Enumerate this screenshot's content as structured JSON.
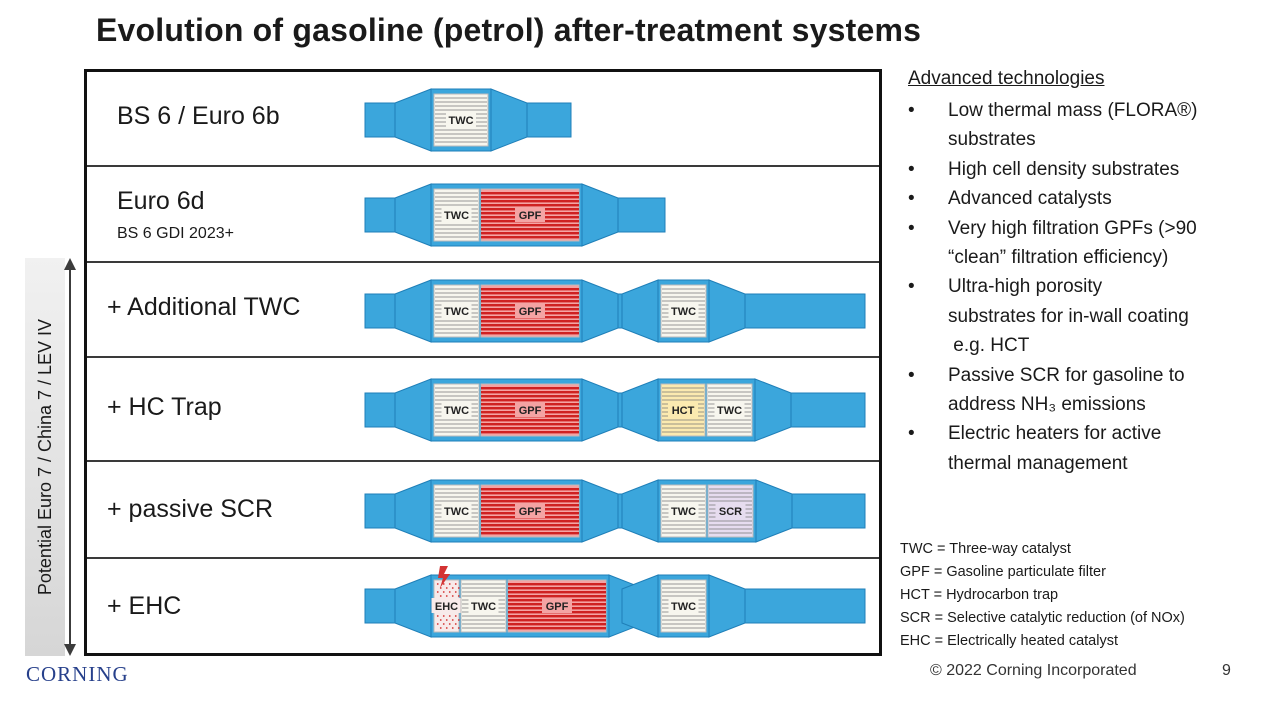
{
  "title": "Evolution of gasoline (petrol) after-treatment systems",
  "vertical_label": "Potential Euro 7 / China 7 / LEV IV",
  "rows": [
    {
      "label": "BS 6 / Euro 6b",
      "sublabel": "",
      "modules": [
        {
          "segments": [
            {
              "type": "twc",
              "label": "TWC"
            }
          ]
        }
      ]
    },
    {
      "label": "Euro 6d",
      "sublabel": "BS 6 GDI 2023+",
      "modules": [
        {
          "segments": [
            {
              "type": "twc",
              "label": "TWC"
            },
            {
              "type": "gpf",
              "label": "GPF"
            }
          ]
        }
      ]
    },
    {
      "label": "+ Additional TWC",
      "sublabel": "",
      "modules": [
        {
          "segments": [
            {
              "type": "twc",
              "label": "TWC"
            },
            {
              "type": "gpf",
              "label": "GPF"
            }
          ]
        },
        {
          "segments": [
            {
              "type": "twc",
              "label": "TWC"
            }
          ]
        }
      ]
    },
    {
      "label": "+ HC Trap",
      "sublabel": "",
      "modules": [
        {
          "segments": [
            {
              "type": "twc",
              "label": "TWC"
            },
            {
              "type": "gpf",
              "label": "GPF"
            }
          ]
        },
        {
          "segments": [
            {
              "type": "hct",
              "label": "HCT"
            },
            {
              "type": "twc",
              "label": "TWC"
            }
          ]
        }
      ]
    },
    {
      "label": "+ passive SCR",
      "sublabel": "",
      "modules": [
        {
          "segments": [
            {
              "type": "twc",
              "label": "TWC"
            },
            {
              "type": "gpf",
              "label": "GPF"
            }
          ]
        },
        {
          "segments": [
            {
              "type": "twc",
              "label": "TWC"
            },
            {
              "type": "scr",
              "label": "SCR"
            }
          ]
        }
      ]
    },
    {
      "label": "+ EHC",
      "sublabel": "",
      "modules": [
        {
          "segments": [
            {
              "type": "ehc",
              "label": "EHC"
            },
            {
              "type": "twc",
              "label": "TWC"
            },
            {
              "type": "gpf",
              "label": "GPF"
            }
          ]
        },
        {
          "segments": [
            {
              "type": "twc",
              "label": "TWC"
            }
          ]
        }
      ]
    }
  ],
  "advanced": {
    "heading": "Advanced technologies",
    "bullet": "•",
    "items": [
      {
        "lines": [
          "Low thermal mass (FLORA®)",
          "substrates"
        ]
      },
      {
        "lines": [
          "High cell density substrates"
        ]
      },
      {
        "lines": [
          "Advanced catalysts"
        ]
      },
      {
        "lines": [
          "Very high filtration GPFs (>90",
          "“clean” filtration efficiency)"
        ]
      },
      {
        "lines": [
          "Ultra-high porosity",
          "substrates for in-wall coating",
          " e.g. HCT"
        ]
      },
      {
        "lines": [
          "Passive SCR for gasoline to",
          "address NH₃ emissions"
        ]
      },
      {
        "lines": [
          "Electric heaters for active",
          "thermal management"
        ]
      }
    ]
  },
  "glossary": [
    "TWC = Three-way catalyst",
    "GPF = Gasoline particulate filter",
    "HCT = Hydrocarbon trap",
    "SCR = Selective catalytic reduction (of NOx)",
    "EHC = Electrically heated catalyst"
  ],
  "footer": {
    "logo": "CORNING",
    "copyright": "© 2022 Corning Incorporated",
    "page": "9"
  },
  "colors": {
    "pipe": "#3ba6dc",
    "pipe_dark": "#1f7fb8",
    "twc_fill": "#f7f6ee",
    "twc_line": "#777777",
    "gpf_fill": "#f4a3a3",
    "gpf_stripe": "#cf2121",
    "hct_fill": "#fbeab0",
    "scr_fill": "#e6dcef",
    "ehc_fill": "#f8eaea",
    "ehc_dot": "#d33333",
    "arrow": "#3c3c3c"
  }
}
